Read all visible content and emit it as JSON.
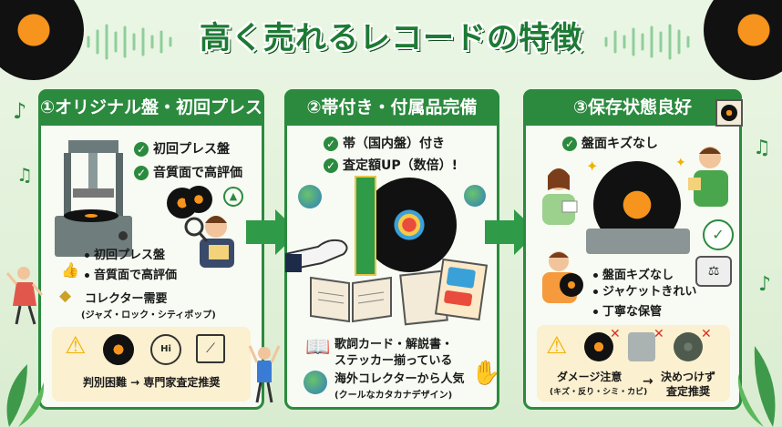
{
  "title": "高く売れるレコードの特徴",
  "panel1": {
    "heading": "①オリジナル盤・初回プレス",
    "checks": [
      "初回プレス盤",
      "音質面で高評価"
    ],
    "bullets": [
      "初回プレス盤",
      "音質面で高評価"
    ],
    "collector": "コレクター需要",
    "collector_sub": "(ジャズ・ロック・シティポップ)",
    "warning": "判別困難 → 専門家査定推奨"
  },
  "panel2": {
    "heading": "②帯付き・付属品完備",
    "checks": [
      "帯（国内盤）付き",
      "査定額UP（数倍）!"
    ],
    "lyrics_line1": "歌詞カード・解説書・",
    "lyrics_line2": "ステッカー揃っている",
    "overseas": "海外コレクターから人気",
    "overseas_sub": "(クールなカタカナデザイン)"
  },
  "panel3": {
    "heading": "③保存状態良好",
    "check": "盤面キズなし",
    "bullets": [
      "盤面キズなし",
      "ジャケットきれい",
      "丁寧な保管"
    ],
    "damage": "ダメージ注意",
    "damage_sub": "(キズ・反り・シミ・カビ)",
    "result_line1": "決めつけず",
    "result_line2": "査定推奨"
  },
  "colors": {
    "accent": "#2b8a3e",
    "orange": "#f7941d",
    "warn": "#fbf0cf"
  }
}
